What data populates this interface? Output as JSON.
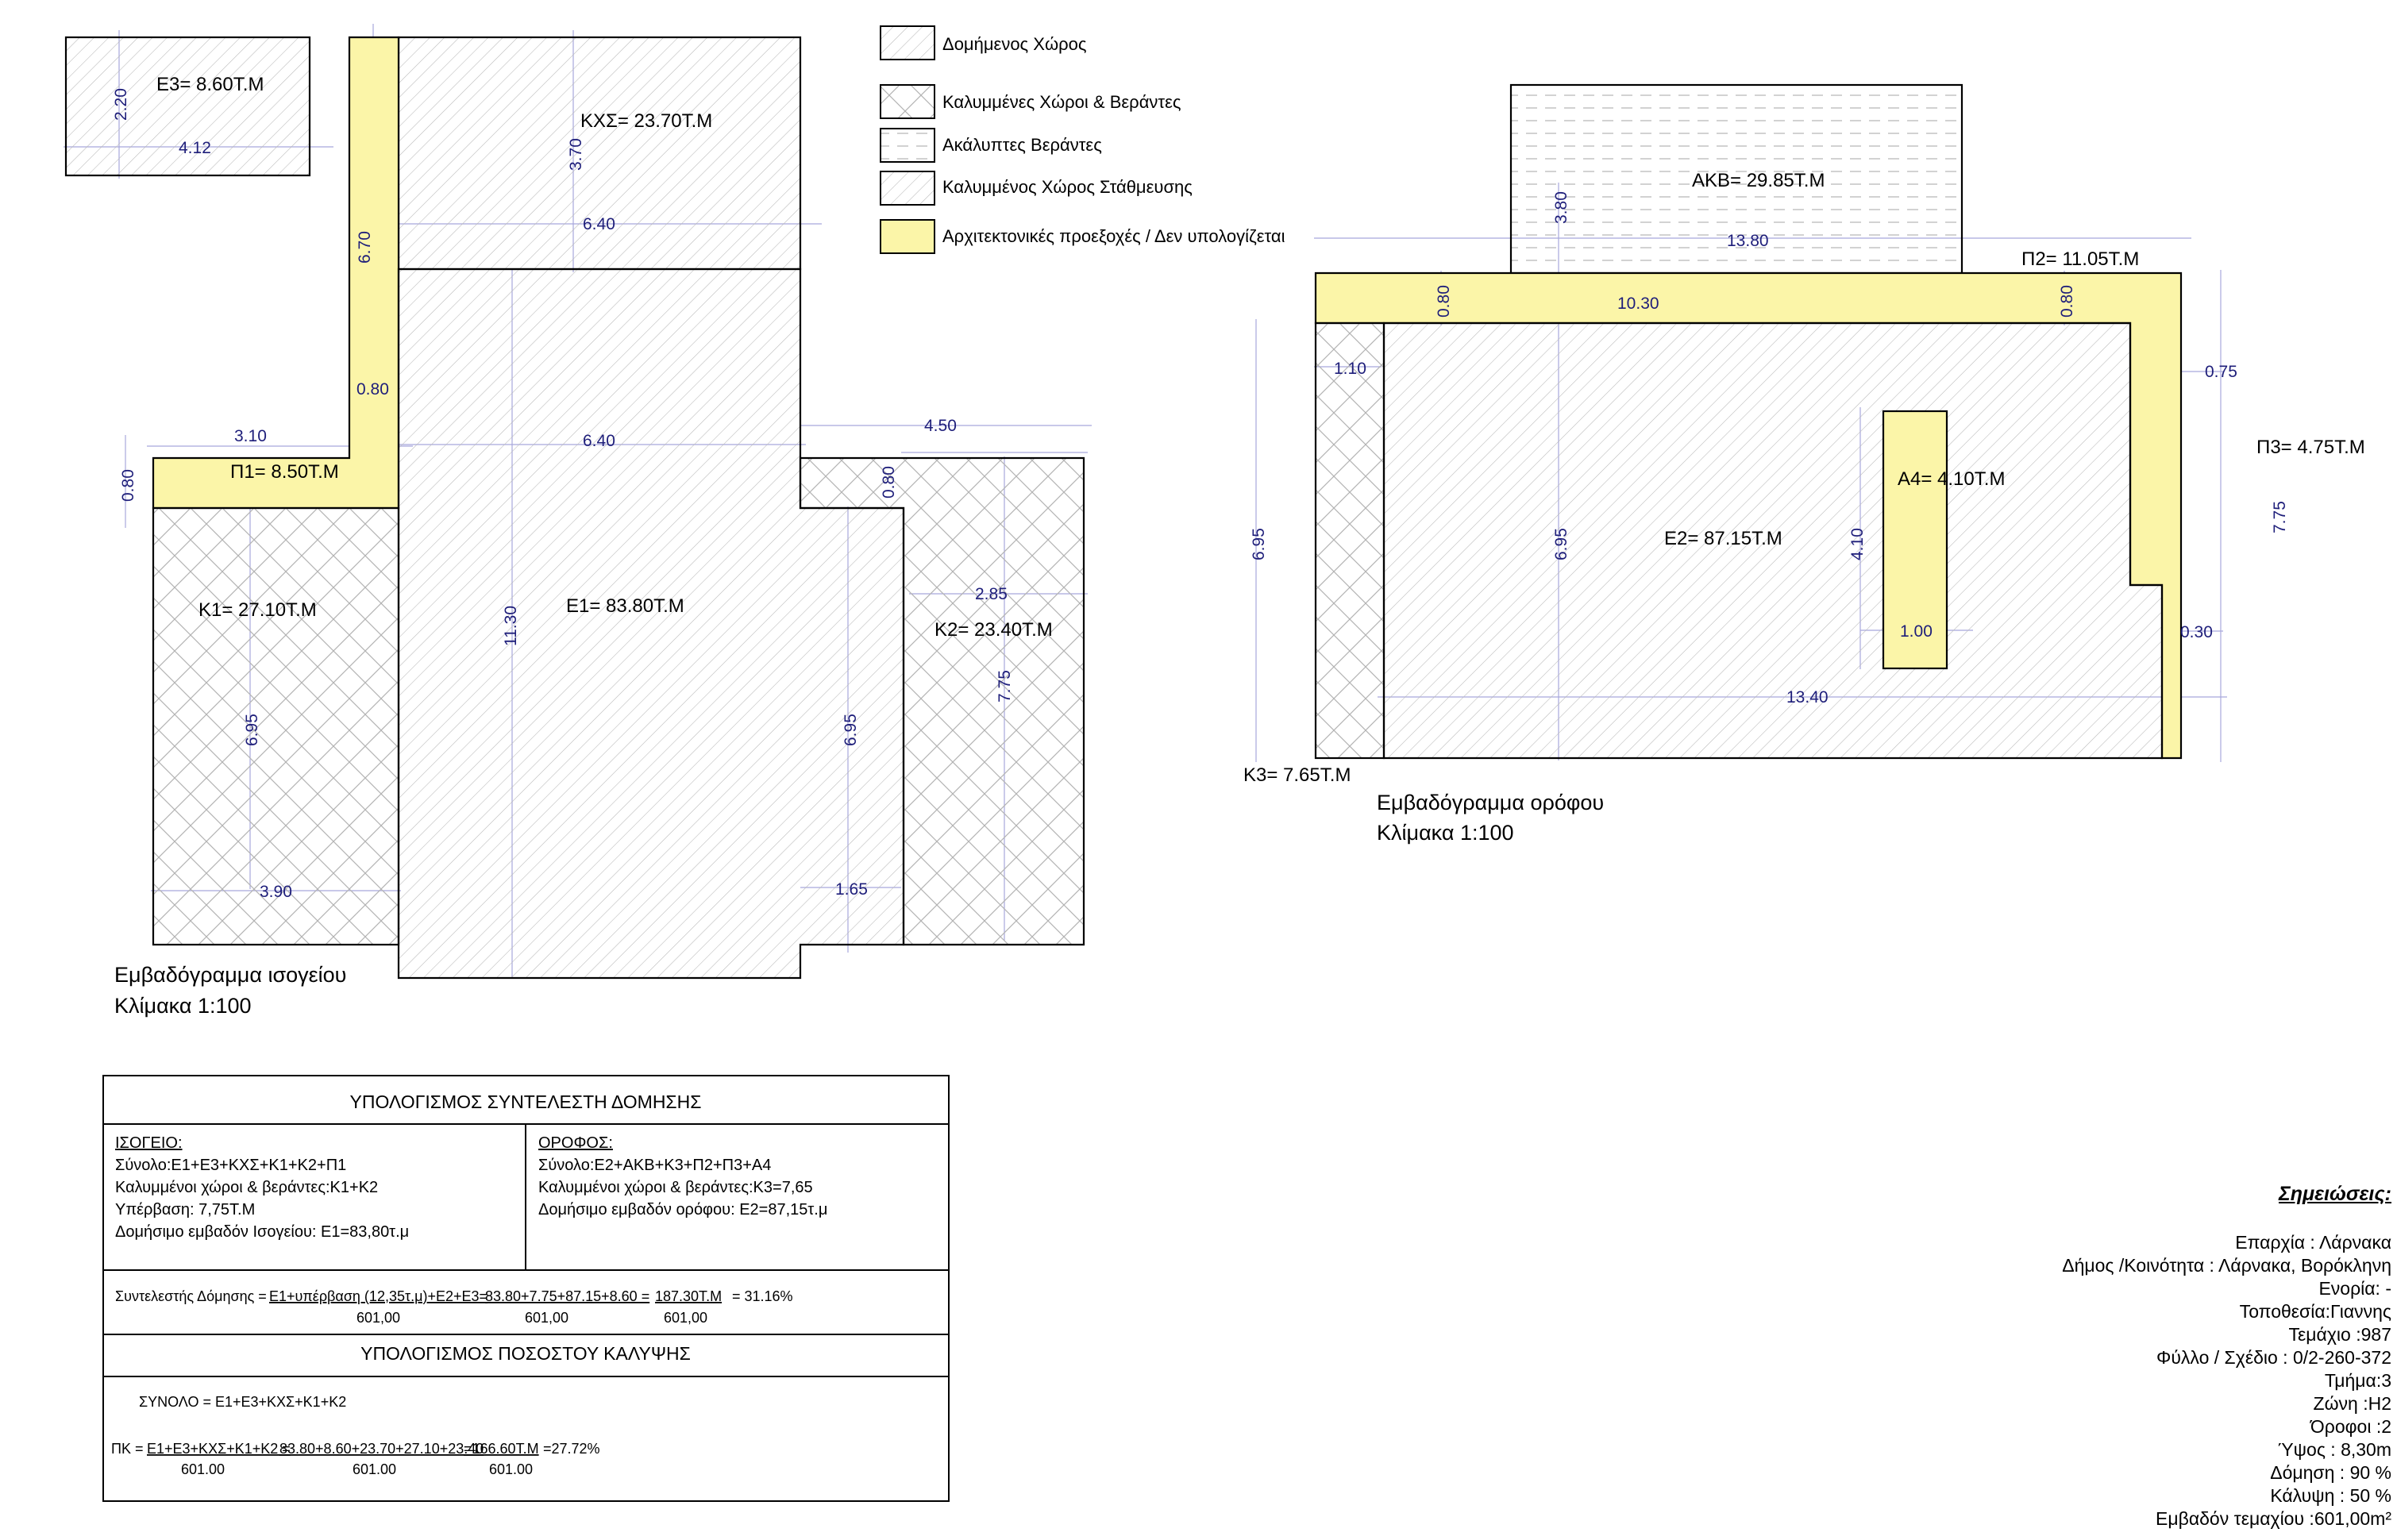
{
  "legend": {
    "built": "Δομήμενος Χώρος",
    "covered": "Καλυμμένες Χώροι & Βεράντες",
    "uncovered": "Ακάλυπτες Βεράντες",
    "parking": "Καλυμμένος Χώρος Στάθμευσης",
    "projections": "Αρχιτεκτονικές προεξοχές / Δεν υπολογίζεται"
  },
  "colors": {
    "projection_fill": "#fbf5a8",
    "dimension": "#1e1e7a",
    "hatch": "#b8b8b8",
    "outline": "#000000"
  },
  "ground": {
    "title": "Εμβαδόγραμμα ισογείου",
    "scale": "Κλίμακα 1:100",
    "labels": {
      "E3": "Ε3= 8.60Τ.Μ",
      "KXS": "ΚΧΣ= 23.70Τ.Μ",
      "P1": "Π1= 8.50Τ.Μ",
      "K1": "Κ1= 27.10Τ.Μ",
      "E1": "Ε1= 83.80Τ.Μ",
      "K2": "Κ2= 23.40Τ.Μ"
    },
    "dims": {
      "e3_h": "2.20",
      "e3_w": "4.12",
      "kxs_h": "3.70",
      "kxs_w": "6.40",
      "strip_h": "6.70",
      "strip_w": "0.80",
      "p1_w": "3.10",
      "p1_h": "0.80",
      "e1_top": "6.40",
      "k2_top": "4.50",
      "k2_notch": "0.80",
      "e1_h": "11.30",
      "k1_h": "6.95",
      "k1_w": "3.90",
      "e1_right_h": "6.95",
      "e1_step": "1.65",
      "k2_w": "2.85",
      "k2_h": "7.75"
    }
  },
  "upper": {
    "title": "Εμβαδόγραμμα ορόφου",
    "scale": "Κλίμακα 1:100",
    "labels": {
      "AKB": "ΑΚΒ= 29.85Τ.Μ",
      "P2": "Π2= 11.05Τ.Μ",
      "P3": "Π3= 4.75Τ.Μ",
      "A4": "Α4= 4.10Τ.Μ",
      "E2": "Ε2= 87.15Τ.Μ",
      "K3": "Κ3= 7.65Τ.Μ"
    },
    "dims": {
      "akb_h": "3.80",
      "akb_w": "13.80",
      "p2_h_left": "0.80",
      "p2_w": "10.30",
      "p2_h_right": "0.80",
      "k3_w": "1.10",
      "p3_w": "0.75",
      "p3_h": "7.75",
      "k3_h": "6.95",
      "e2_h": "6.95",
      "a4_h": "4.10",
      "a4_w": "1.00",
      "e2_w": "13.40",
      "p3_step": "0.30"
    }
  },
  "calc": {
    "title": "ΥΠΟΛΟΓΙΣΜΟΣ ΣΥΝΤΕΛΕΣΤΗ ΔΟΜΗΣΗΣ",
    "left": {
      "header": "ΙΣΟΓΕΙΟ:",
      "lines": [
        "Σύνολο:Ε1+Ε3+ΚΧΣ+Κ1+Κ2+Π1",
        "Καλυμμένοι χώροι & βεράντες:Κ1+Κ2",
        "Υπέρβαση:  7,75Τ.Μ",
        "Δομήσιμο εμβαδόν Ισογείου: Ε1=83,80τ.μ"
      ]
    },
    "right": {
      "header": "ΟΡΟΦΟΣ:",
      "lines": [
        "Σύνολο:Ε2+ΑΚΒ+Κ3+Π2+Π3+Α4",
        "Καλυμμένοι χώροι & βεράντες:Κ3=7,65",
        "Δομήσιμο εμβαδόν ορόφου: Ε2=87,15τ.μ"
      ]
    },
    "coef": {
      "label": "Συντελεστής Δόμησης =",
      "num1": "Ε1+υπέρβαση (12,35τ.μ)+Ε2+Ε3=",
      "num2": "83.80+7.75+87.15+8.60 =",
      "num3": "187.30Τ.Μ",
      "result": "= 31.16%",
      "den": "601,00"
    },
    "coverage_title": "ΥΠΟΛΟΓΙΣΜΟΣ ΠΟΣΟΣΤΟΥ ΚΑΛΥΨΗΣ",
    "total": "ΣΥΝΟΛΟ =   Ε1+Ε3+ΚΧΣ+Κ1+Κ2",
    "pk": {
      "label": "ΠΚ =",
      "num1": "Ε1+Ε3+ΚΧΣ+Κ1+Κ2 =",
      "num2": "83.80+8.60+23.70+27.10+23.40",
      "num3": "=166.60Τ.Μ",
      "result": "=27.72%",
      "den": "601.00"
    }
  },
  "notes": {
    "heading": "Σημειώσεις:",
    "lines": [
      "Επαρχία : Λάρνακα",
      "Δήμος /Κοινότητα : Λάρνακα, Βορόκληνη",
      "Ενορία: -",
      "Τοποθεσία:Γιαννης",
      "Τεμάχιο :987",
      "Φύλλο / Σχέδιο : 0/2-260-372",
      "Τμήμα:3",
      "Ζώνη :Η2",
      "Όροφοι :2",
      "Ύψος : 8,30m",
      "Δόμηση :  90 %",
      "Κάλυψη :  50 %",
      "Εμβαδόν τεμαχίου :601,00m²"
    ]
  }
}
